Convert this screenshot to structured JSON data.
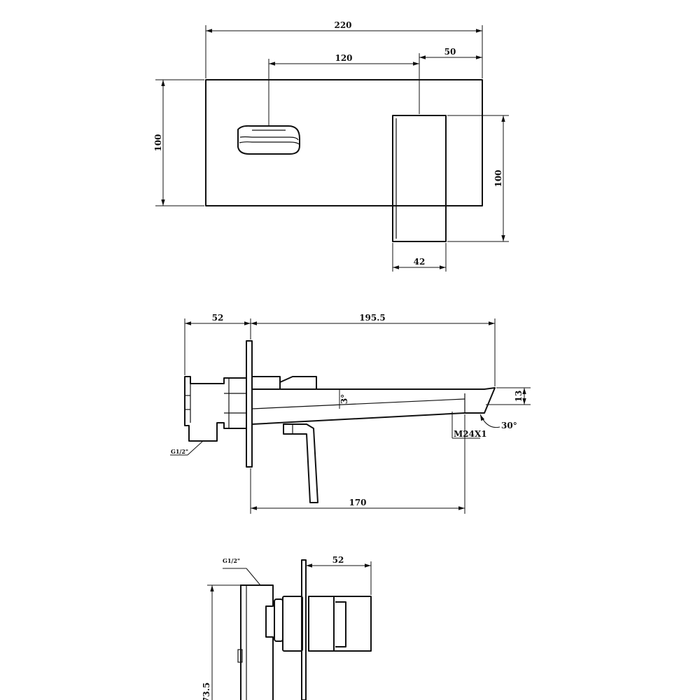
{
  "top_view": {
    "dims": {
      "overall_width": "220",
      "spout_to_handle": "120",
      "handle_offset": "50",
      "plate_height": "100",
      "handle_height": "100",
      "handle_width": "42"
    }
  },
  "side_view": {
    "dims": {
      "body_depth": "52",
      "spout_length": "195.5",
      "slope_angle": "3°",
      "outlet_height": "13",
      "aerator_thread": "M24X1",
      "aerator_angle": "30°",
      "handle_reach": "170",
      "inlet_thread": "G1/2\""
    }
  },
  "body_view": {
    "dims": {
      "inlet_thread": "G1/2\"",
      "cartridge_depth": "52",
      "body_height": "73.5"
    }
  }
}
